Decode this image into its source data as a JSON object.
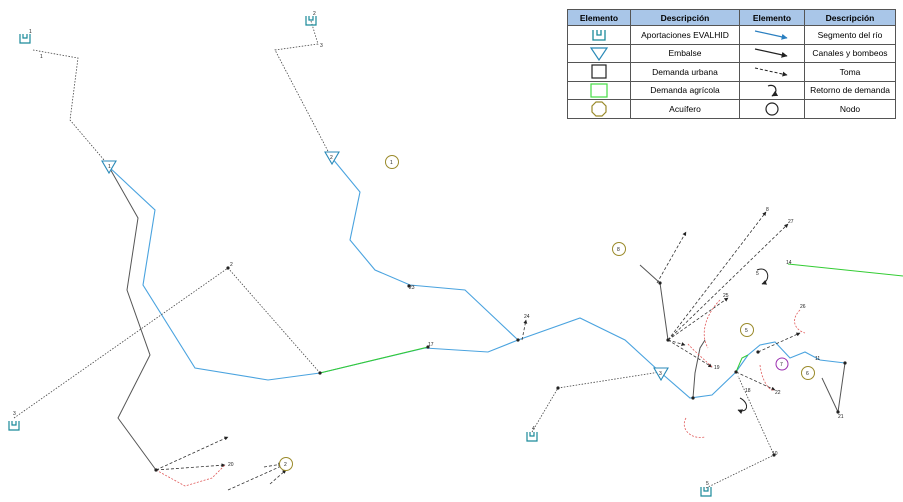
{
  "legend": {
    "headers": [
      "Elemento",
      "Descripción",
      "Elemento",
      "Descripción"
    ],
    "rows": [
      {
        "left_icon": "evalhid-inflow-icon",
        "left_desc": "Aportaciones EVALHID",
        "right_icon": "river-segment-icon",
        "right_desc": "Segmento del río"
      },
      {
        "left_icon": "reservoir-icon",
        "left_desc": "Embalse",
        "right_icon": "canal-arrow-icon",
        "right_desc": "Canales y bombeos"
      },
      {
        "left_icon": "urban-demand-icon",
        "left_desc": "Demanda urbana",
        "right_icon": "intake-arrow-icon",
        "right_desc": "Toma"
      },
      {
        "left_icon": "agricultural-demand-icon",
        "left_desc": "Demanda agrícola",
        "right_icon": "return-flow-icon",
        "right_desc": "Retorno de demanda"
      },
      {
        "left_icon": "aquifer-icon",
        "left_desc": "Acuífero",
        "right_icon": "node-icon",
        "right_desc": "Nodo"
      }
    ]
  },
  "colors": {
    "river": "#4aa3df",
    "canal": "#555555",
    "intake": "#333333",
    "agricultural": "#33cc33",
    "return_flow": "#e05a5a",
    "aquifer": "#9a8a2a",
    "evalhid": "#1a8a9a",
    "reservoir": "#2a8ab8",
    "special_node": "#9b30b0"
  },
  "diagram": {
    "inflow_labels": [
      "1",
      "2",
      "3",
      "4",
      "5"
    ],
    "reservoir_labels": [
      "1",
      "2",
      "3"
    ],
    "aquifer_labels": [
      "1",
      "2",
      "5",
      "6",
      "7",
      "8"
    ],
    "node_labels": [
      "1",
      "2",
      "3",
      "5",
      "8",
      "10",
      "11",
      "14",
      "17",
      "18",
      "19",
      "20",
      "21",
      "22",
      "23",
      "24",
      "25",
      "26",
      "27"
    ]
  }
}
